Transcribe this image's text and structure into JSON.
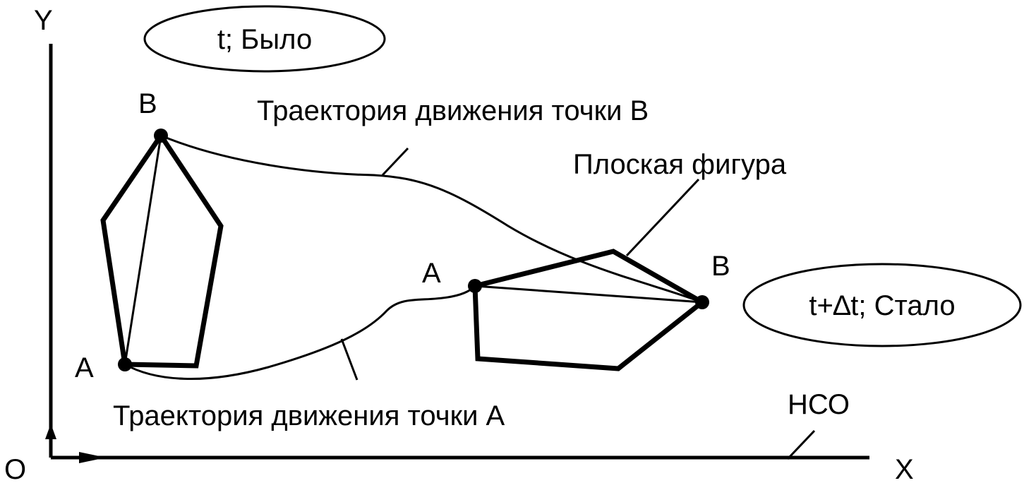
{
  "axes": {
    "y_label": "Y",
    "x_label": "X",
    "origin_label": "O",
    "frame_label": "НСО"
  },
  "states": {
    "before": "t; Было",
    "after": "t+∆t; Стало"
  },
  "points": {
    "a1": "A",
    "b1": "B",
    "a2": "A",
    "b2": "B"
  },
  "callouts": {
    "trajectory_b": "Траектория движения точки B",
    "trajectory_a": "Траектория движения точки A",
    "flat_figure": "Плоская фигура"
  },
  "colors": {
    "ink": "#000000",
    "background": "#ffffff"
  }
}
